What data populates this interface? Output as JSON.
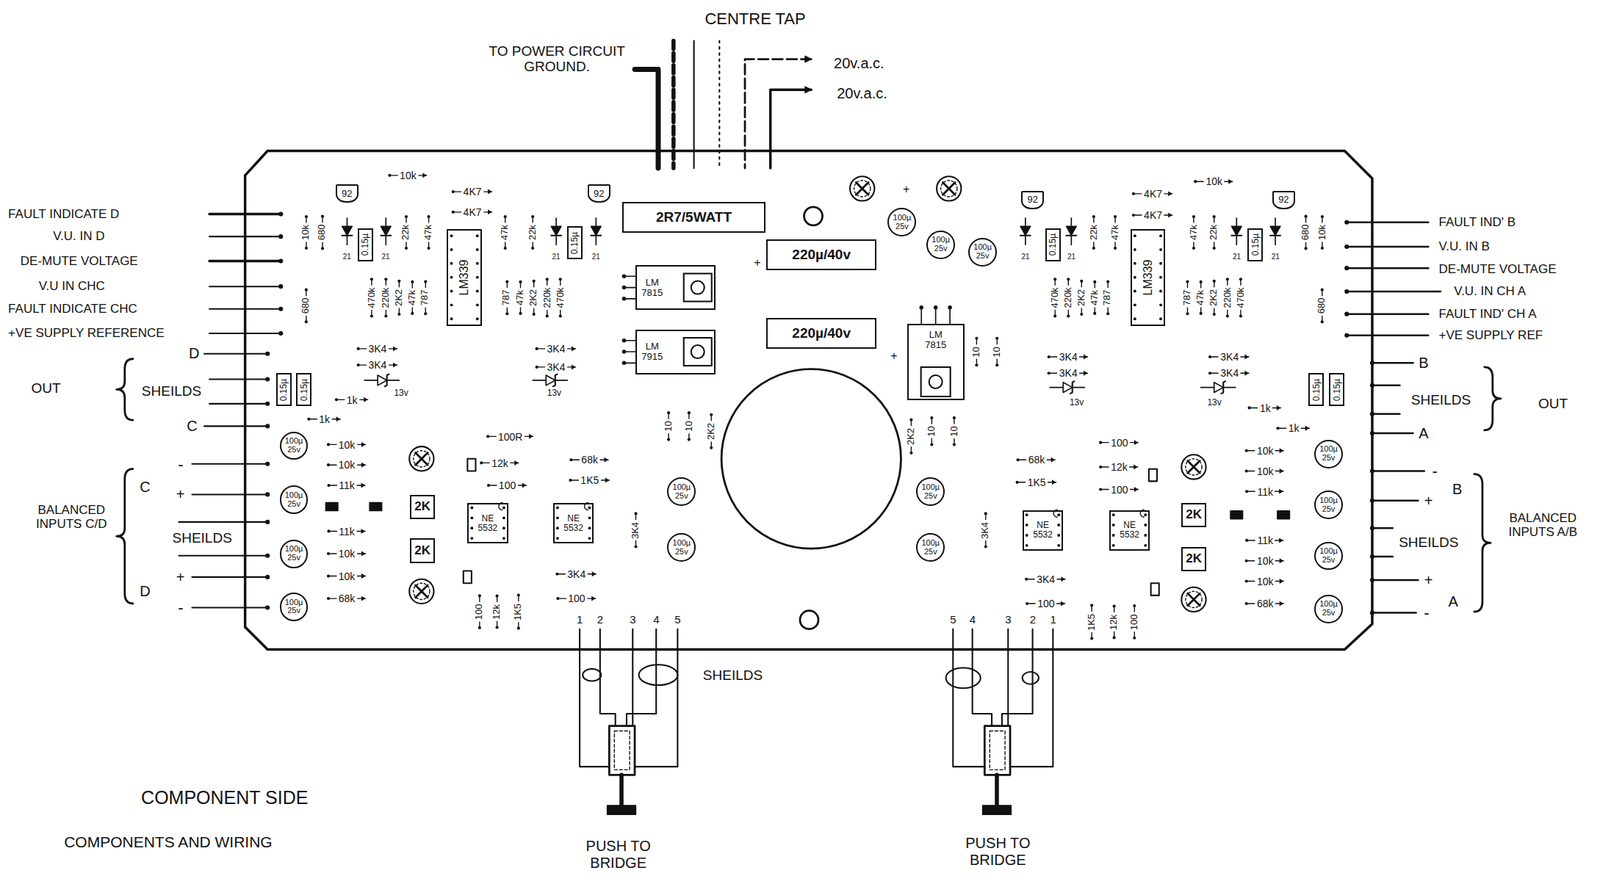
{
  "diagram": {
    "title": "COMPONENT SIDE",
    "caption": "COMPONENTS AND WIRING",
    "nodes": [
      {
        "text": [
          "92"
        ]
      },
      {
        "text": [
          "92"
        ]
      },
      {
        "text": [
          "2R7/5WATT"
        ]
      },
      {
        "text": [
          "92"
        ]
      },
      {
        "text": [
          "92"
        ]
      },
      {
        "text": [
          "100µ 25v"
        ]
      },
      {
        "text": [
          "100µ 25v"
        ]
      },
      {
        "text": [
          "100µ 25v"
        ]
      },
      {
        "text": [
          "0.15µ"
        ]
      },
      {
        "text": [
          "LM339"
        ]
      },
      {
        "text": [
          "0.15µ"
        ]
      },
      {
        "text": [
          "220µ/40v"
        ]
      },
      {
        "text": [
          "LM 7815"
        ]
      },
      {
        "text": [
          "0.15µ"
        ]
      },
      {
        "text": [
          "LM339"
        ]
      },
      {
        "text": [
          "0.15µ"
        ]
      },
      {
        "text": [
          "220µ/40v"
        ]
      },
      {
        "text": [
          "LM 7915"
        ]
      },
      {
        "text": [
          "LM 7815"
        ]
      },
      {
        "text": [
          "0.15µ"
        ]
      },
      {
        "text": [
          "0.15µ"
        ]
      },
      {
        "text": [
          "0.15µ"
        ]
      },
      {
        "text": [
          "0.15µ"
        ]
      },
      {
        "text": [
          "100µ 25v"
        ]
      },
      {
        "text": [
          "100µ 25v"
        ]
      },
      {
        "text": [
          "100µ 25v"
        ]
      },
      {
        "text": [
          "100µ 25v"
        ]
      },
      {
        "text": [
          "2K"
        ]
      },
      {
        "text": [
          "2K"
        ]
      },
      {
        "text": [
          "NE 5532"
        ]
      },
      {
        "text": [
          "NE 5532"
        ]
      },
      {
        "text": [
          "100µ 25v"
        ]
      },
      {
        "text": [
          "100µ 25v"
        ]
      },
      {
        "text": [
          "100µ 25v"
        ]
      },
      {
        "text": [
          "100µ 25v"
        ]
      },
      {
        "text": [
          "NE 5532"
        ]
      },
      {
        "text": [
          "NE 5532"
        ]
      },
      {
        "text": [
          "2K"
        ]
      },
      {
        "text": [
          "2K"
        ]
      },
      {
        "text": [
          "100µ 25v"
        ]
      },
      {
        "text": [
          "100µ 25v"
        ]
      },
      {
        "text": [
          "100µ 25v"
        ]
      },
      {
        "text": [
          "100µ 25v"
        ]
      }
    ],
    "labels": [
      "CENTRE TAP",
      "TO POWER CIRCUIT GROUND.",
      "20v.a.c.",
      "20v.a.c.",
      "FAULT INDICATE D",
      "V.U. IN D",
      "DE-MUTE VOLTAGE",
      "V.U IN CHC",
      "FAULT INDICATE CHC",
      "+VE SUPPLY REFERENCE",
      "D",
      "OUT",
      "SHEILDS",
      "C",
      "BALANCED INPUTS C/D",
      "C",
      "-",
      "+",
      "SHEILDS",
      "D",
      "+",
      "-",
      "FAULT IND' B",
      "V.U. IN B",
      "DE-MUTE VOLTAGE",
      "V.U. IN CH A",
      "FAULT IND' CH A",
      "+VE SUPPLY REF",
      "B",
      "SHEILDS",
      "OUT",
      "A",
      "BALANCED INPUTS A/B",
      "B",
      "-",
      "+",
      "SHEILDS",
      "+",
      "-",
      "A",
      "1",
      "2",
      "3",
      "4",
      "5",
      "SHEILDS",
      "PUSH TO BRIDGE",
      "5",
      "4",
      "3",
      "2",
      "1",
      "PUSH TO BRIDGE",
      "10k",
      "4K7",
      "4K7",
      "10k",
      "680",
      "22k",
      "47k",
      "47k",
      "22k",
      "470k",
      "220k",
      "2K2",
      "47k",
      "787",
      "787",
      "47k",
      "2K2",
      "220k",
      "470k",
      "680",
      "3K4",
      "3K4",
      "13v",
      "1k",
      "1k",
      "3K4",
      "3K4",
      "13v",
      "10k",
      "10k",
      "11k",
      "11k",
      "10k",
      "10k",
      "68k",
      "100R",
      "12k",
      "100",
      "68k",
      "1K5",
      "3K4",
      "100",
      "100",
      "12k",
      "1K5",
      "3K4",
      "10",
      "10",
      "2K2",
      "10",
      "10",
      "2K2",
      "10",
      "10",
      "3K4",
      "10k",
      "4K7",
      "4K7",
      "22k",
      "47k",
      "47k",
      "22k",
      "680",
      "10k",
      "470k",
      "220k",
      "2K2",
      "47k",
      "787",
      "787",
      "47k",
      "2K2",
      "220k",
      "470k",
      "680",
      "3K4",
      "3K4",
      "13v",
      "3K4",
      "3K4",
      "13v",
      "1k",
      "1k",
      "100",
      "68k",
      "12k",
      "1K5",
      "100",
      "10k",
      "10k",
      "11k",
      "11k",
      "10k",
      "10k",
      "68k",
      "3K4",
      "100",
      "1K5",
      "12k",
      "100",
      "21",
      "21",
      "21",
      "21",
      "21",
      "21",
      "21",
      "21",
      "+",
      "+",
      "+"
    ]
  }
}
